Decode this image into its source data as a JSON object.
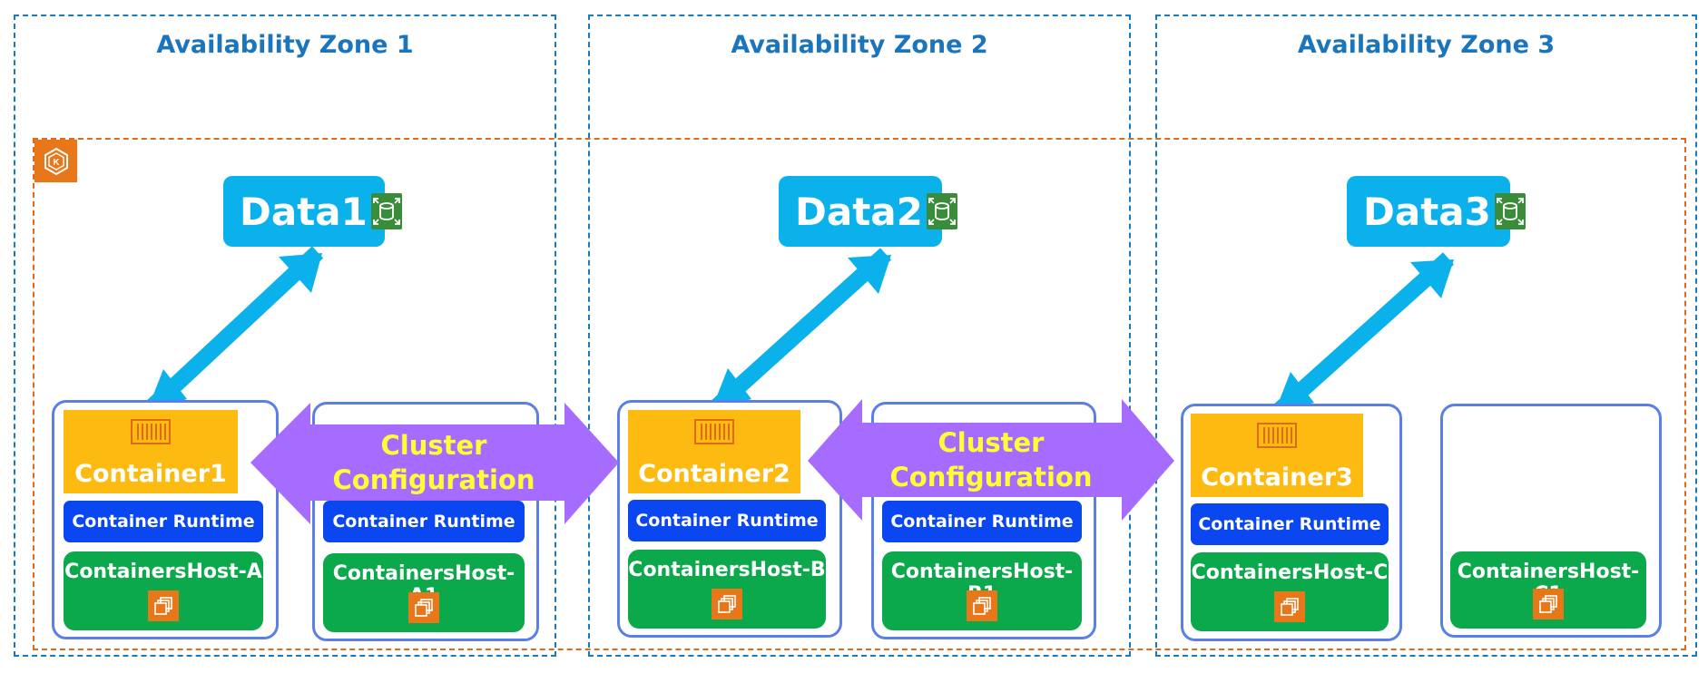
{
  "zones": [
    {
      "title": "Availability Zone 1"
    },
    {
      "title": "Availability Zone 2"
    },
    {
      "title": "Availability Zone 3"
    }
  ],
  "data_stores": [
    {
      "label": "Data1"
    },
    {
      "label": "Data2"
    },
    {
      "label": "Data3"
    }
  ],
  "nodes": [
    {
      "container": "Container1",
      "runtime": "Container Runtime",
      "host": "ContainersHost-A"
    },
    {
      "runtime": "Container Runtime",
      "host": "ContainersHost-A1"
    },
    {
      "container": "Container2",
      "runtime": "Container Runtime",
      "host": "ContainersHost-B"
    },
    {
      "runtime": "Container Runtime",
      "host": "ContainersHost-B1"
    },
    {
      "container": "Container3",
      "runtime": "Container Runtime",
      "host": "ContainersHost-C"
    },
    {
      "host": "ContainersHost-C1"
    }
  ],
  "cluster_config": [
    {
      "line1": "Cluster",
      "line2": "Configuration"
    },
    {
      "line1": "Cluster",
      "line2": "Configuration"
    }
  ],
  "icons": {
    "cluster": "kubernetes-icon",
    "data": "database-icon",
    "container": "container-icon",
    "host": "compute-instance-icon"
  },
  "colors": {
    "zone_border": "#1a7abf",
    "cluster_border": "#e06a1b",
    "data": "#0ab1ea",
    "container": "#fdbb12",
    "runtime": "#0a47f0",
    "host": "#0ba84c",
    "cluster_arrow": "#a66bff",
    "data_arrow": "#0ab1ea"
  }
}
